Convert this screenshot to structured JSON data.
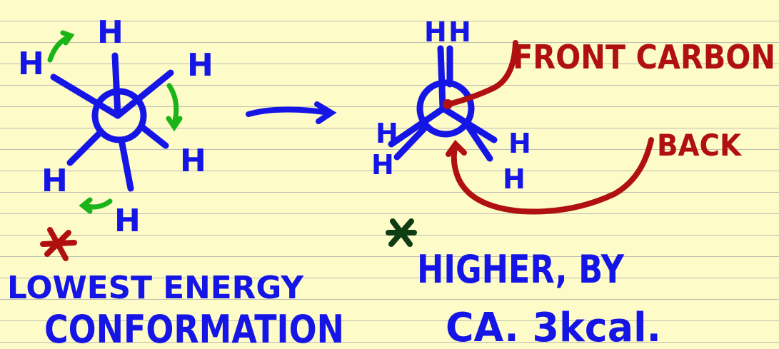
{
  "colors": {
    "paper": "#fdfbc8",
    "rule_line": "#bdbdb0",
    "ink_blue": "#1515e6",
    "ink_red": "#b01010",
    "ink_green": "#18b418",
    "ink_dark_green": "#0e3d14"
  },
  "atom_label": "H",
  "staggered": {
    "caption_line1": "LOWEST ENERGY",
    "caption_line2": "CONFORMATION",
    "mark": "*"
  },
  "reaction_arrow": "→",
  "eclipsed": {
    "caption_line1": "HIGHER, BY",
    "caption_line2": "CA. 3kcal.",
    "mark": "*"
  },
  "annotations": {
    "front": "FRONT CARBON",
    "back": "BACK"
  }
}
